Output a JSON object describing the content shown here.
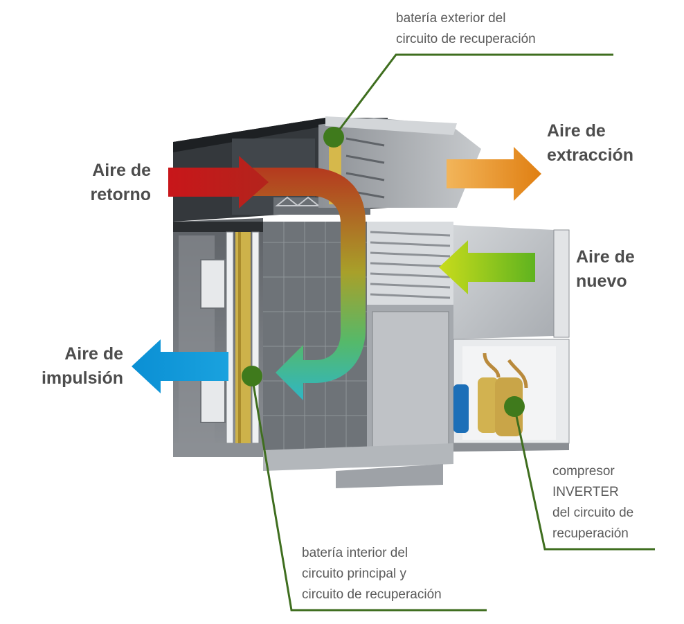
{
  "flows": {
    "retorno": {
      "line1": "Aire de",
      "line2": "retorno",
      "color": "#c0181b"
    },
    "extraccion": {
      "line1": "Aire de",
      "line2": "extracción",
      "color": "#e58a1f"
    },
    "nuevo": {
      "line1": "Aire de",
      "line2": "nuevo",
      "color": "#7dbf1d"
    },
    "impulsion": {
      "line1": "Aire de",
      "line2": "impulsión",
      "color": "#0a96d6"
    }
  },
  "callouts": {
    "bateria_exterior": {
      "line1": "batería exterior del",
      "line2": "circuito de recuperación"
    },
    "bateria_interior": {
      "line1": "batería interior del",
      "line2": "circuito principal y",
      "line3": "circuito de recuperación"
    },
    "compresor": {
      "line1": "compresor",
      "line2": "INVERTER",
      "line3": "del circuito de",
      "line4": "recuperación"
    }
  },
  "colors": {
    "leader_line": "#3f6e1f",
    "marker_dot": "#3f7a1c",
    "unit_frame": "#9a9ea3",
    "unit_panel": "#c6c9cd",
    "unit_dark": "#2c2f33"
  }
}
